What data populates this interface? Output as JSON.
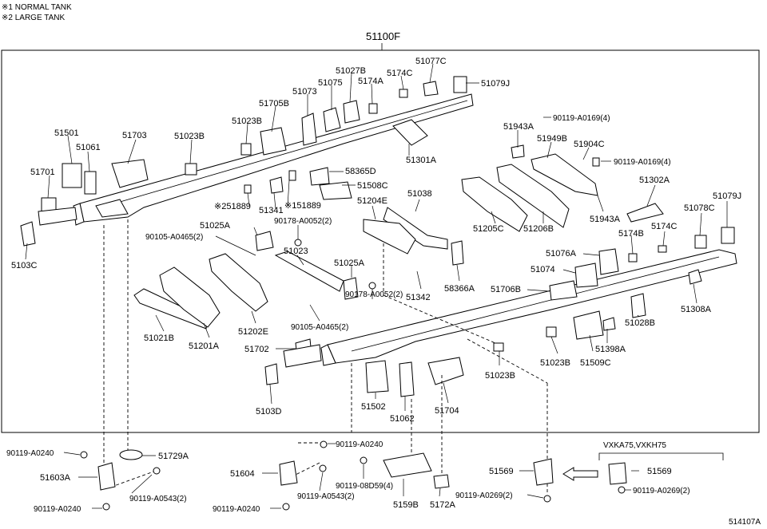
{
  "notes": {
    "note1": "※1 NORMAL TANK",
    "note2": "※2 LARGE TANK"
  },
  "assembly": {
    "label": "51100F"
  },
  "footer": {
    "code": "514107A"
  },
  "variant": {
    "label": "VXKA75,VXKH75"
  },
  "parts": {
    "p51501": "51501",
    "p51061": "51061",
    "p51703": "51703",
    "p51023B_a": "51023B",
    "p51701": "51701",
    "p5103C": "5103C",
    "p51023B_b": "51023B",
    "p51705B": "51705B",
    "p51073": "51073",
    "p51075": "51075",
    "p51027B": "51027B",
    "p5174A": "5174A",
    "p5174C_a": "5174C",
    "p51077C": "51077C",
    "p51079J_a": "51079J",
    "p51301A": "51301A",
    "p58365D": "58365D",
    "p51508C": "51508C",
    "p51889_a": "※251889",
    "p51889_b": "※151889",
    "p51341": "51341",
    "p51204E": "51204E",
    "p51038": "51038",
    "p90178_a": "90178-A0052(2)",
    "p51025A_a": "51025A",
    "p90105_a": "90105-A0465(2)",
    "p51023": "51023",
    "p51025A_b": "51025A",
    "p90178_b": "90178-A0052(2)",
    "p90105_b": "90105-A0465(2)",
    "p51342": "51342",
    "p58366A": "58366A",
    "p51021B": "51021B",
    "p51201A": "51201A",
    "p51202E": "51202E",
    "p90119_0169a": "90119-A0169(4)",
    "p51943A_a": "51943A",
    "p51949B": "51949B",
    "p51904C": "51904C",
    "p90119_0169b": "90119-A0169(4)",
    "p51205C": "51205C",
    "p51206B": "51206B",
    "p51943A_b": "51943A",
    "p51302A": "51302A",
    "p51079J_b": "51079J",
    "p51078C": "51078C",
    "p5174B": "5174B",
    "p5174C_b": "5174C",
    "p51076A": "51076A",
    "p51074": "51074",
    "p51706B": "51706B",
    "p51308A": "51308A",
    "p51028B": "51028B",
    "p51398A": "51398A",
    "p51023B_c": "51023B",
    "p51509C": "51509C",
    "p51023B_d": "51023B",
    "p51702": "51702",
    "p5103D": "5103D",
    "p51502": "51502",
    "p51062": "51062",
    "p51704": "51704",
    "p90119_0240a": "90119-A0240",
    "p51729A": "51729A",
    "p51603A": "51603A",
    "p90119_0543a": "90119-A0543(2)",
    "p90119_0240b": "90119-A0240",
    "p90119_0240c": "90119-A0240",
    "p51604": "51604",
    "p90119_0543b": "90119-A0543(2)",
    "p90119_0240d": "90119-A0240",
    "p90119_08D59": "90119-08D59(4)",
    "p5159B": "5159B",
    "p5172A": "5172A",
    "p51569_a": "51569",
    "p90119_0269a": "90119-A0269(2)",
    "p51569_b": "51569",
    "p90119_0269b": "90119-A0269(2)"
  }
}
